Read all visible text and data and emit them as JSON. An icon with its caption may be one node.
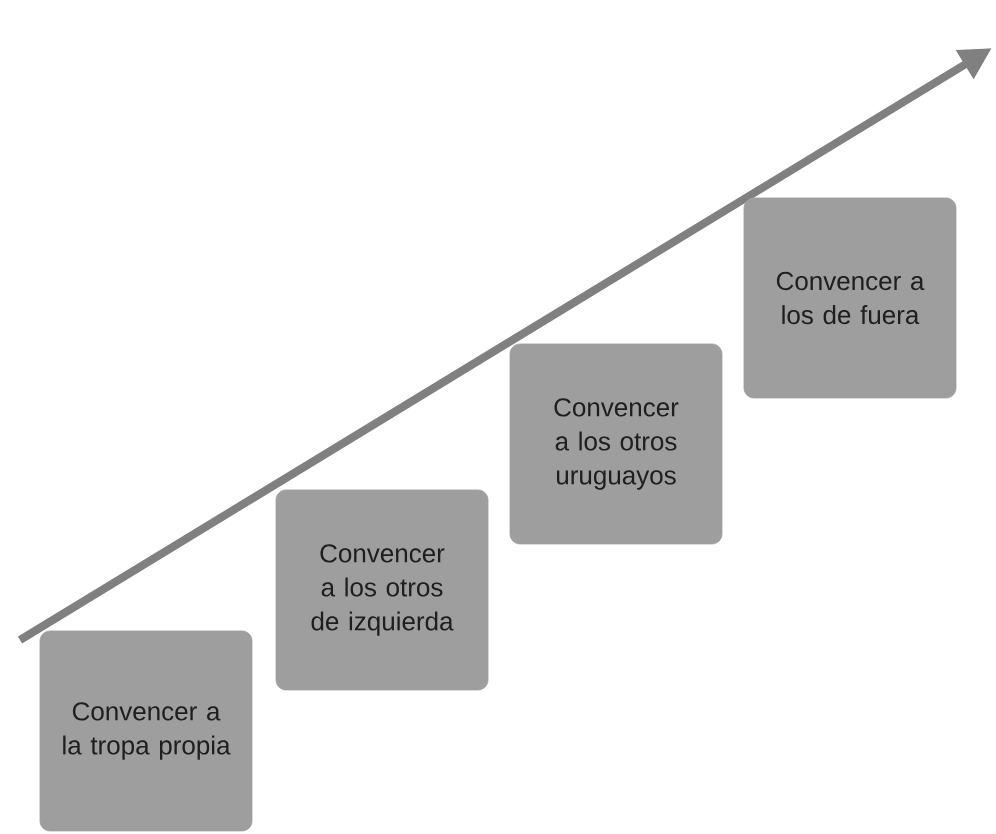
{
  "diagram": {
    "nodes": [
      {
        "text": [
          "Convencer a la tropa propia"
        ]
      },
      {
        "text": [
          "Convencer a los otros de izquierda"
        ]
      },
      {
        "text": [
          "Convencer a los otros uruguayos"
        ]
      },
      {
        "text": [
          "Convencer a los de fuera"
        ]
      }
    ]
  }
}
